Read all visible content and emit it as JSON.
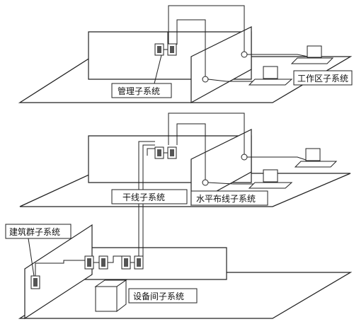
{
  "labels": {
    "management": "管理子系统",
    "work_area": "工作区子系统",
    "backbone": "干线子系统",
    "horizontal": "水平布线子系统",
    "campus": "建筑群子系统",
    "equipment_room": "设备间子系统"
  }
}
